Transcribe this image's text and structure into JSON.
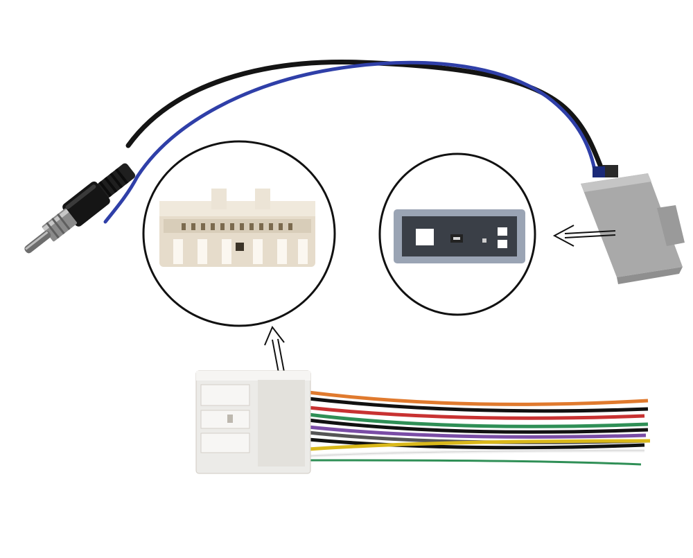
{
  "photo": {
    "background": "#ffffff",
    "subjects": [
      "antenna-adapter-cable",
      "wiring-harness-connector",
      "connector-closeup-female",
      "connector-closeup-male"
    ]
  },
  "colors": {
    "cable_black": "#141414",
    "cable_blue": "#2f3fa8",
    "plug_gray": "#a7a7a7",
    "plug_beige": "#e6dccb",
    "harness_white": "#ecebe8",
    "wires": [
      "#e07a2e",
      "#111111",
      "#c83232",
      "#2f8f56",
      "#7a4da6",
      "#555555",
      "#d9b81a",
      "#f2f2f2"
    ]
  }
}
